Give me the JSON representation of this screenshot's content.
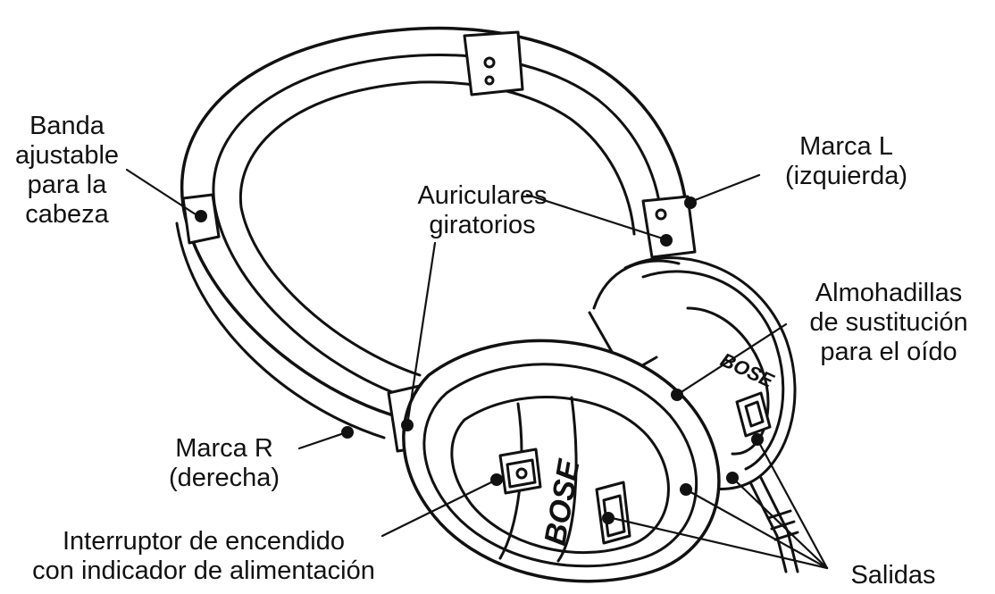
{
  "labels": {
    "banda": [
      "Banda",
      "ajustable",
      "para la",
      "cabeza"
    ],
    "auriculares": [
      "Auriculares",
      "giratorios"
    ],
    "marca_l": [
      "Marca L",
      "(izquierda)"
    ],
    "almohadillas": [
      "Almohadillas",
      "de sustitución",
      "para el oído"
    ],
    "marca_r": [
      "Marca R",
      "(derecha)"
    ],
    "interruptor": [
      "Interruptor de encendido",
      "con indicador de alimentación"
    ],
    "salidas": [
      "Salidas"
    ]
  },
  "brand": {
    "logo_text": "BOSE"
  },
  "colors": {
    "line": "#111111",
    "fill": "#ffffff",
    "shade": "#d9d9d9"
  }
}
